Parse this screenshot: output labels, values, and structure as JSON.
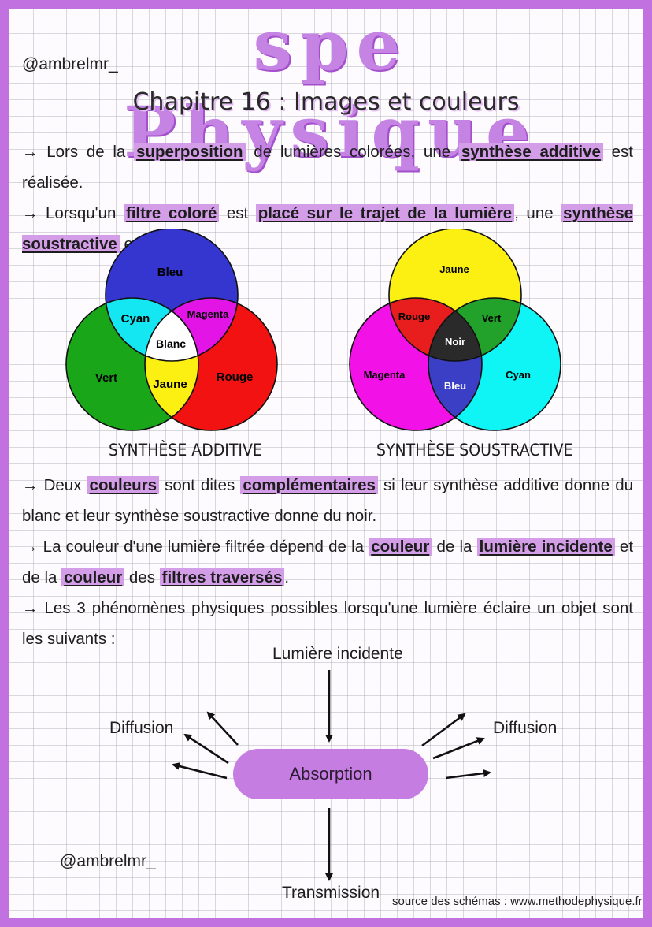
{
  "handle": "@ambrelmr_",
  "header": {
    "title": "spe Physique",
    "subtitle": "Chapitre 16 : Images et couleurs"
  },
  "intro": [
    {
      "parts": [
        {
          "t": "→ Lors de la "
        },
        {
          "t": "superposition",
          "hl": true
        },
        {
          "t": " de lumières colorées, une "
        },
        {
          "t": "synthèse additive",
          "hl": true
        },
        {
          "t": " est réalisée."
        }
      ]
    },
    {
      "parts": [
        {
          "t": "→ Lorsqu'un "
        },
        {
          "t": "filtre coloré",
          "hl": true
        },
        {
          "t": " est "
        },
        {
          "t": "placé sur le trajet de la lumière",
          "hl": true
        },
        {
          "t": ", une "
        },
        {
          "t": "synthèse soustractive",
          "hl": true
        },
        {
          "t": " est réalisée."
        }
      ]
    }
  ],
  "venn_additive": {
    "caption": "SYNTHÈSE ADDITIVE",
    "labels": {
      "top": "Bleu",
      "left": "Vert",
      "right": "Rouge",
      "top_left": "Cyan",
      "top_right": "Magenta",
      "bottom": "Jaune",
      "center": "Blanc"
    },
    "colors": {
      "top": "#3535d0",
      "left": "#19a619",
      "right": "#f21212",
      "top_left": "#14e6f2",
      "top_right": "#e314e6",
      "bottom": "#fbf012",
      "center": "#ffffff"
    }
  },
  "venn_subtractive": {
    "caption": "SYNTHÈSE SOUSTRACTIVE",
    "labels": {
      "top": "Jaune",
      "left": "Magenta",
      "right": "Cyan",
      "top_left": "Rouge",
      "top_right": "Vert",
      "bottom": "Bleu",
      "center": "Noir"
    },
    "colors": {
      "top": "#fbf012",
      "left": "#f211e6",
      "right": "#0ff4f4",
      "top_left": "#e81d1d",
      "top_right": "#22a22b",
      "bottom": "#3a3fc6",
      "center": "#2a2a2a"
    }
  },
  "body": [
    {
      "parts": [
        {
          "t": "→ Deux "
        },
        {
          "t": "couleurs",
          "hl": true
        },
        {
          "t": " sont dites "
        },
        {
          "t": "complémentaires",
          "hl": true
        },
        {
          "t": " si leur synthèse additive donne du blanc et leur synthèse soustractive donne du noir."
        }
      ]
    },
    {
      "parts": [
        {
          "t": "→ La couleur d'une lumière filtrée dépend de la "
        },
        {
          "t": "couleur",
          "hl": true
        },
        {
          "t": " de la "
        },
        {
          "t": "lumière incidente",
          "hl": true
        },
        {
          "t": " et de la "
        },
        {
          "t": "couleur",
          "hl": true
        },
        {
          "t": " des "
        },
        {
          "t": "filtres traversés",
          "hl": true
        },
        {
          "t": "."
        }
      ]
    },
    {
      "parts": [
        {
          "t": "→ Les 3 phénomènes physiques possibles lorsqu'une lumière éclaire un objet sont les suivants :"
        }
      ]
    }
  ],
  "diagram": {
    "incident": "Lumière incidente",
    "diffusion_left": "Diffusion",
    "diffusion_right": "Diffusion",
    "absorption": "Absorption",
    "transmission": "Transmission"
  },
  "source": "source des schémas : www.methodephysique.fr",
  "accent_color": "#c271e0"
}
